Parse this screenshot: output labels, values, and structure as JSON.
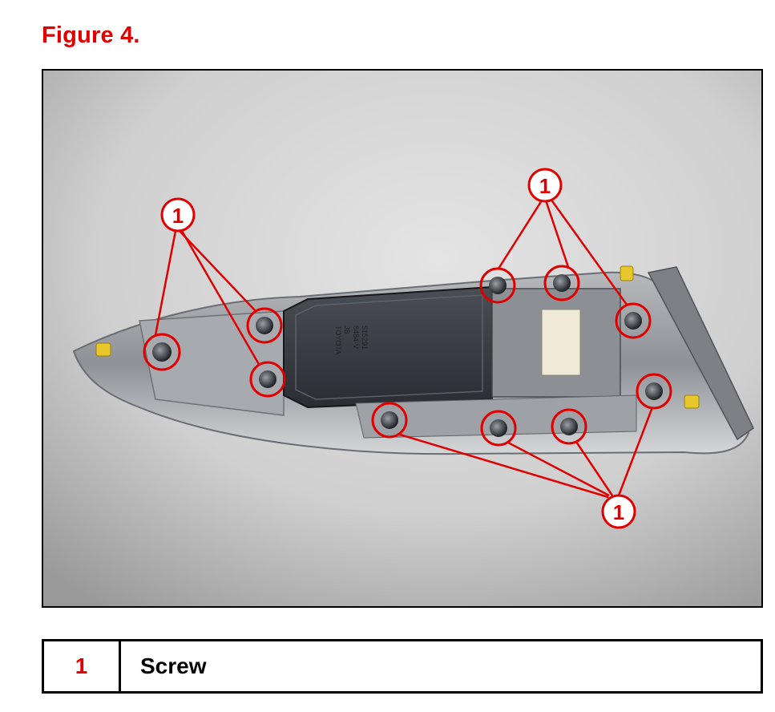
{
  "figure": {
    "title": "Figure 4.",
    "title_color": "#e00000"
  },
  "photo": {
    "callouts": [
      {
        "label": "1"
      },
      {
        "label": "1"
      },
      {
        "label": "1"
      }
    ],
    "part_marking": {
      "line1": "TOYOTA",
      "line2": "JB",
      "line3": "8484-V",
      "line4": "515291"
    },
    "accent_color": "#e00000"
  },
  "legend": {
    "rows": [
      {
        "number": "1",
        "description": "Screw"
      }
    ],
    "number_color": "#e00000"
  }
}
